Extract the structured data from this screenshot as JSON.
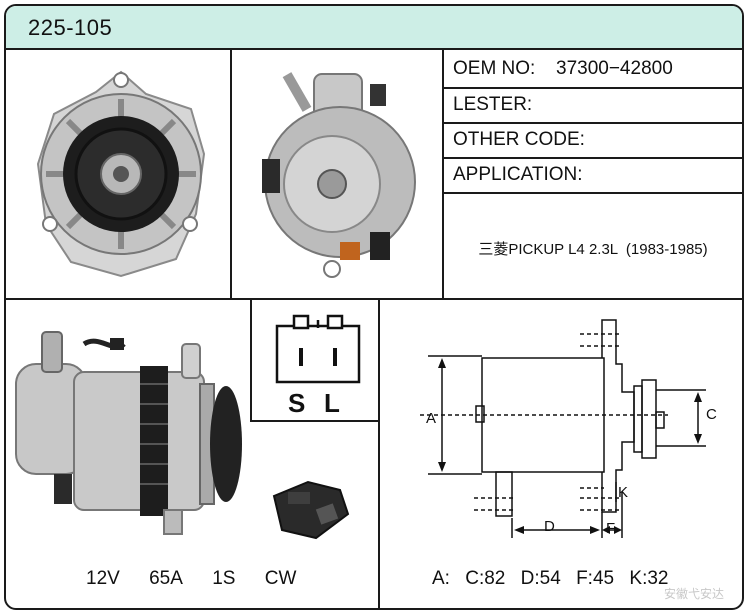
{
  "header": {
    "part_number": "225-105"
  },
  "info": {
    "oem_label": "OEM NO:",
    "oem_value": "37300−42800",
    "lester_label": "LESTER:",
    "other_code_label": "OTHER CODE:",
    "application_label": "APPLICATION:",
    "application_value": "三菱PICKUP L4 2.3L  (1983-1985)"
  },
  "connector": {
    "pin_s": "S",
    "pin_l": "L"
  },
  "specs": {
    "voltage": "12V",
    "amperage": "65A",
    "pulley": "1S",
    "rotation": "CW"
  },
  "dimension_labels": {
    "a": "A",
    "c": "C",
    "d": "D",
    "f": "F",
    "k": "K"
  },
  "dimensions": {
    "a": "A:",
    "c": "C:82",
    "d": "D:54",
    "f": "F:45",
    "k": "K:32"
  },
  "watermark": "安徽弋安达"
}
